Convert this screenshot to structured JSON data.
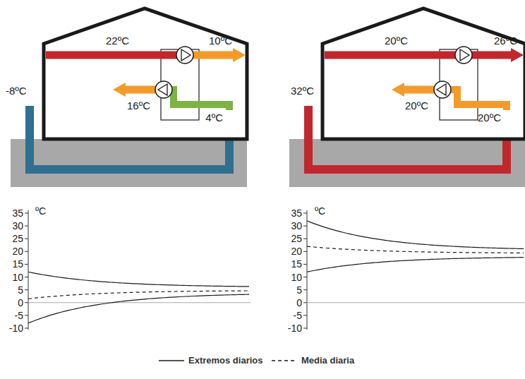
{
  "diagram": {
    "labels": [
      "22ºC",
      "10ºC",
      "-8ºC",
      "16ºC",
      "4ºC",
      "20ºC",
      "26ºC",
      "32ºC",
      "20ºC",
      "20ºC",
      "ºC",
      "35",
      "30",
      "25",
      "20",
      "15",
      "10",
      "5",
      "0",
      "-5",
      "-10",
      "ºC",
      "35",
      "30",
      "25",
      "20",
      "15",
      "10",
      "5",
      "0",
      "-5",
      "-10"
    ],
    "legend": [
      {
        "text": "Extremos diarios"
      },
      {
        "text": "Media diaria"
      }
    ]
  }
}
